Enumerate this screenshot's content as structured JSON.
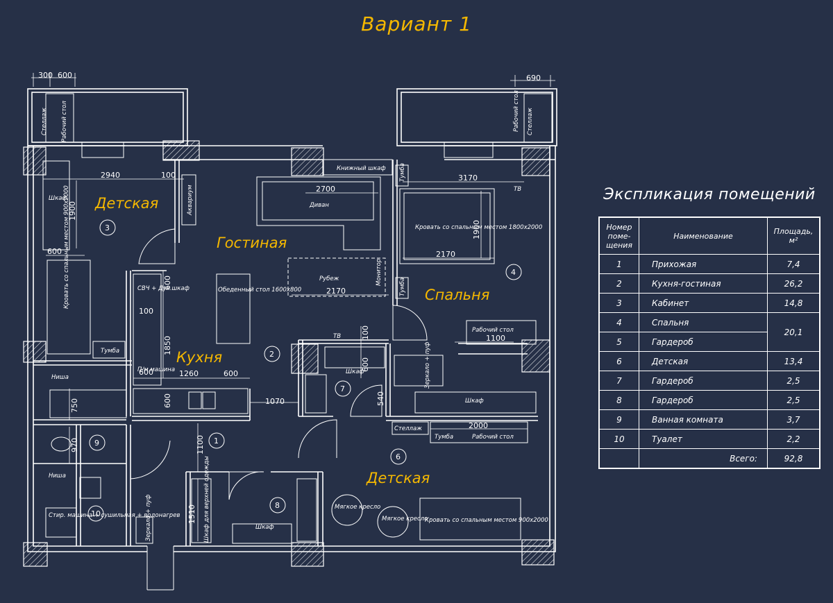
{
  "title": "Вариант 1",
  "rooms": {
    "kids_1": "Детская",
    "living": "Гостиная",
    "bedroom": "Спальня",
    "kitchen": "Кухня",
    "kids_2": "Детская"
  },
  "room_numbers": [
    "1",
    "2",
    "3",
    "4",
    "6",
    "7",
    "8",
    "9",
    "10"
  ],
  "dimensions": {
    "d300": "300",
    "d600a": "600",
    "d690": "690",
    "d2940": "2940",
    "d100a": "100",
    "d1900a": "1900",
    "d2700": "2700",
    "d3170": "3170",
    "d1900b": "1900",
    "d2170a": "2170",
    "d2170b": "2170",
    "d600b": "600",
    "d600c": "600",
    "d100b": "100",
    "d1850": "1850",
    "d600d": "600",
    "d1260": "1260",
    "d600e": "600",
    "d600f": "600",
    "d750": "750",
    "d1070": "1070",
    "d100c": "100",
    "d600g": "600",
    "d540": "540",
    "d1100a": "1100",
    "d2000": "2000",
    "d970": "970",
    "d1100b": "1100",
    "d1510": "1510"
  },
  "furniture": {
    "shelf_1": "Стеллаж",
    "desk_1": "Рабочий стол",
    "wardrobe_1": "Шкаф",
    "bed_1": "Кровать со спальным местом 900х2000",
    "nightstand_1": "Тумба",
    "aquarium": "Аквариум",
    "sofa": "Диван",
    "bookcase": "Книжный шкаф",
    "nightstand_2": "Тумба",
    "tv_1": "ТВ",
    "bed_2": "Кровать со спальным местом 1800х2000",
    "partition": "Рубеж",
    "nightstand_3": "Тумба",
    "dining_table": "Обеденный стол 1600х800",
    "microwave": "СВЧ + Дух.шкаф",
    "dishwasher": "П/м машина",
    "niche_1": "Ниша",
    "niche_2": "Ниша",
    "washer": "Стир. машина + сушильная + водонагрев",
    "mirror_1": "Зеркало + пуф",
    "wardrobe_hall": "Шкаф для верхней одежды",
    "wardrobe_8": "Шкаф",
    "wardrobe_7": "Шкаф",
    "tv_2": "ТВ",
    "desk_2": "Рабочий стол",
    "mirror_2": "Зеркало + пуф",
    "wardrobe_6": "Шкаф",
    "shelf_2": "Стеллаж",
    "nightstand_4": "Тумба",
    "desk_3": "Рабочий стол",
    "chair_1": "Мягкое кресло",
    "chair_2": "Мягкое кресло",
    "bed_3": "Кровать со спальным местом 900х2000",
    "shelf_3": "Стеллаж",
    "desk_4": "Рабочий стол",
    "monitor": "Монитор"
  },
  "explication": {
    "title": "Экспликация помещений",
    "headers": [
      "Номер поме-щения",
      "Наименование",
      "Площадь, м²"
    ],
    "rows": [
      {
        "num": "1",
        "name": "Прихожая",
        "area": "7,4"
      },
      {
        "num": "2",
        "name": "Кухня-гостиная",
        "area": "26,2"
      },
      {
        "num": "3",
        "name": "Кабинет",
        "area": "14,8"
      },
      {
        "num": "4",
        "name": "Спальня",
        "area": "20,1"
      },
      {
        "num": "5",
        "name": "Гардероб",
        "area": ""
      },
      {
        "num": "6",
        "name": "Детская",
        "area": "13,4"
      },
      {
        "num": "7",
        "name": "Гардероб",
        "area": "2,5"
      },
      {
        "num": "8",
        "name": "Гардероб",
        "area": "2,5"
      },
      {
        "num": "9",
        "name": "Ванная комната",
        "area": "3,7"
      },
      {
        "num": "10",
        "name": "Туалет",
        "area": "2,2"
      }
    ],
    "total_label": "Всего:",
    "total_value": "92,8"
  }
}
